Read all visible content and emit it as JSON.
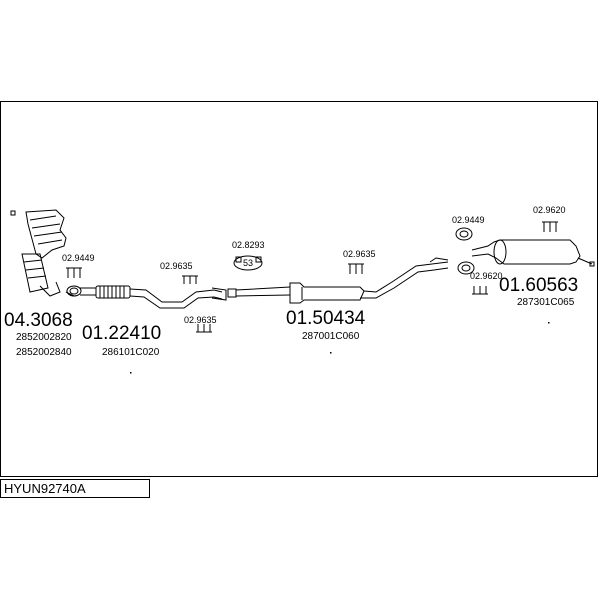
{
  "diagram": {
    "title": "HYUN92740A",
    "parts": [
      {
        "main": "04.3068",
        "refs": [
          "2852002820",
          "2852002840"
        ]
      },
      {
        "main": "01.22410",
        "refs": [
          "286101C020"
        ]
      },
      {
        "main": "01.50434",
        "refs": [
          "287001C060"
        ]
      },
      {
        "main": "01.60563",
        "refs": [
          "287301C065"
        ]
      }
    ],
    "accessories": [
      {
        "code": "02.9449"
      },
      {
        "code": "02.9635"
      },
      {
        "code": "02.9635"
      },
      {
        "code": "02.8293",
        "badge": "53"
      },
      {
        "code": "02.9635"
      },
      {
        "code": "02.9449"
      },
      {
        "code": "02.9620"
      },
      {
        "code": "02.9620"
      }
    ]
  }
}
